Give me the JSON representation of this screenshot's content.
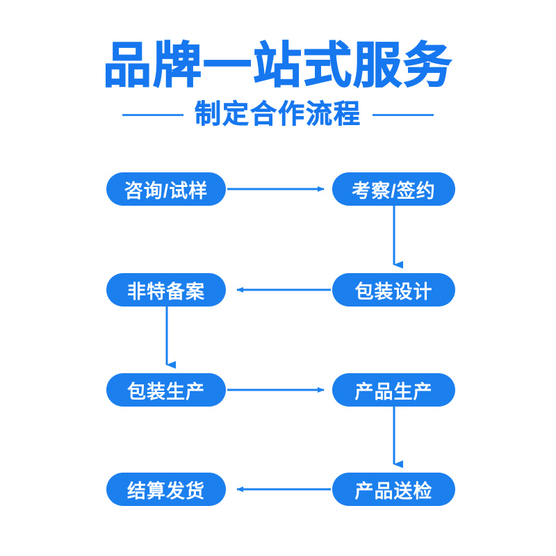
{
  "page": {
    "background_color": "#ffffff",
    "accent_color": "#1677ef",
    "node_color": "#1c7fee",
    "node_text_color": "#ffffff"
  },
  "header": {
    "main_title": "品牌一站式服务",
    "subtitle": "制定合作流程",
    "rule_left_name": "subtitle-rule-left",
    "rule_right_name": "subtitle-rule-right"
  },
  "flow": {
    "rows": [
      {
        "left_label": "咨询/试样",
        "right_label": "考察/签约",
        "arrow_direction": "right"
      },
      {
        "left_label": "非特备案",
        "right_label": "包装设计",
        "arrow_direction": "left"
      },
      {
        "left_label": "包装生产",
        "right_label": "产品生产",
        "arrow_direction": "right"
      },
      {
        "left_label": "结算发货",
        "right_label": "产品送检",
        "arrow_direction": "left"
      }
    ],
    "connectors": [
      {
        "name": "connector-row1-right-to-row2-right",
        "direction": "down",
        "side": "right"
      },
      {
        "name": "connector-row2-left-to-row3-left",
        "direction": "down",
        "side": "left"
      },
      {
        "name": "connector-row3-right-to-row4-right",
        "direction": "down",
        "side": "right"
      }
    ],
    "sequence": [
      "咨询/试样",
      "考察/签约",
      "包装设计",
      "非特备案",
      "包装生产",
      "产品生产",
      "产品送检",
      "结算发货"
    ]
  }
}
